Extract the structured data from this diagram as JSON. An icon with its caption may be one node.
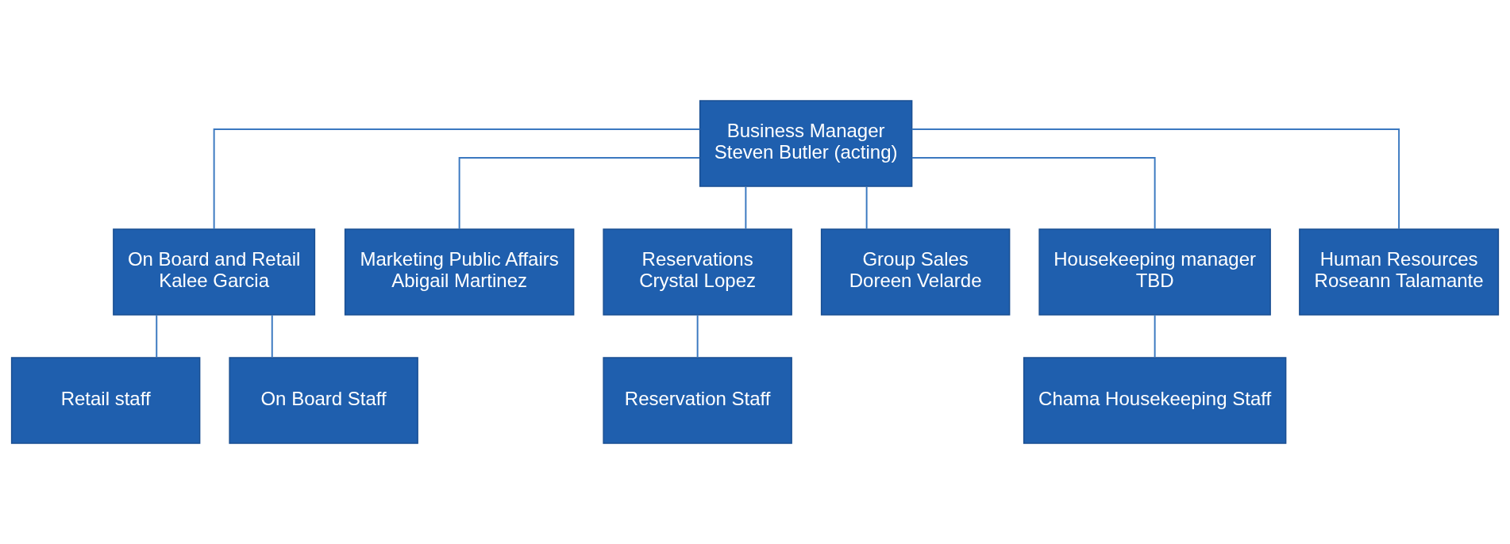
{
  "diagram": {
    "nodes": [
      {
        "text": [
          "Business Manager",
          "Steven Butler (acting)"
        ]
      },
      {
        "text": [
          "On Board and Retail",
          "Kalee Garcia"
        ]
      },
      {
        "text": [
          "Marketing Public Affairs",
          "Abigail Martinez"
        ]
      },
      {
        "text": [
          "Reservations",
          "Crystal Lopez"
        ]
      },
      {
        "text": [
          "Group Sales",
          "Doreen Velarde"
        ]
      },
      {
        "text": [
          "Housekeeping manager",
          "TBD"
        ]
      },
      {
        "text": [
          "Human Resources",
          "Roseann Talamante"
        ]
      },
      {
        "text": [
          "Retail staff"
        ]
      },
      {
        "text": [
          "On Board Staff"
        ]
      },
      {
        "text": [
          "Reservation Staff"
        ]
      },
      {
        "text": [
          "Chama Housekeeping Staff"
        ]
      }
    ],
    "edges": [
      {
        "from": 0,
        "to": 1,
        "arrow": "none"
      },
      {
        "from": 0,
        "to": 2,
        "arrow": "none"
      },
      {
        "from": 0,
        "to": 3,
        "arrow": "none"
      },
      {
        "from": 0,
        "to": 4,
        "arrow": "none"
      },
      {
        "from": 0,
        "to": 5,
        "arrow": "none"
      },
      {
        "from": 0,
        "to": 6,
        "arrow": "none"
      },
      {
        "from": 1,
        "to": 7,
        "arrow": "none"
      },
      {
        "from": 1,
        "to": 8,
        "arrow": "none"
      },
      {
        "from": 3,
        "to": 9,
        "arrow": "none"
      },
      {
        "from": 5,
        "to": 10,
        "arrow": "none"
      }
    ]
  }
}
